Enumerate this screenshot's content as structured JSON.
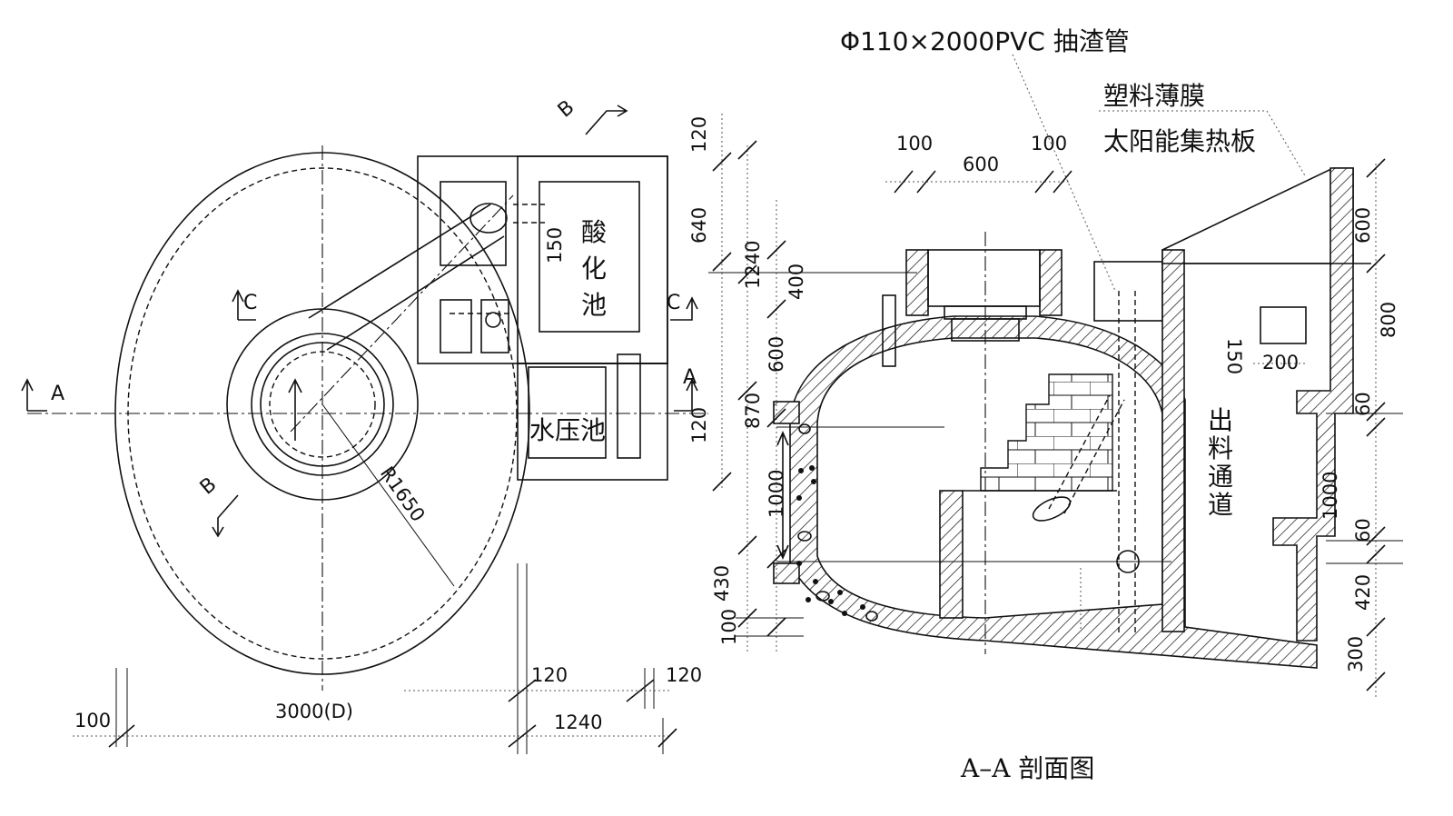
{
  "plan": {
    "dims": {
      "d100": "100",
      "d3000": "3000(D)",
      "d120a": "120",
      "d120b": "120",
      "d1240": "1240",
      "r1650": "R1650",
      "d150": "150"
    },
    "section_marks": {
      "a": "A",
      "b": "B",
      "c": "C"
    },
    "tank_labels": {
      "oxidation": "酸\n化\n池",
      "oxidation_chars": [
        "酸",
        "化",
        "池"
      ],
      "pressure": "水压池"
    }
  },
  "section": {
    "title": "A–A 剖面图",
    "callouts": {
      "pipe": "Φ110×2000PVC 抽渣管",
      "film": "塑料薄膜",
      "collector": "太阳能集热板"
    },
    "outlet_chars": [
      "出",
      "料",
      "通",
      "道"
    ],
    "left_dims": {
      "v120": "120",
      "v640": "640",
      "v1240": "1240",
      "v400": "400",
      "v600": "600",
      "v870": "870",
      "v120b": "120",
      "v1000": "1000",
      "v430": "430",
      "v100": "100"
    },
    "top_dims": {
      "h100a": "100",
      "h600": "600",
      "h100b": "100"
    },
    "right_dims": {
      "r600": "600",
      "r800": "800",
      "r60a": "60",
      "r1000": "1000",
      "r60b": "60",
      "r420": "420",
      "r300": "300"
    },
    "inner_dims": {
      "i150": "150",
      "i200": "200"
    }
  }
}
